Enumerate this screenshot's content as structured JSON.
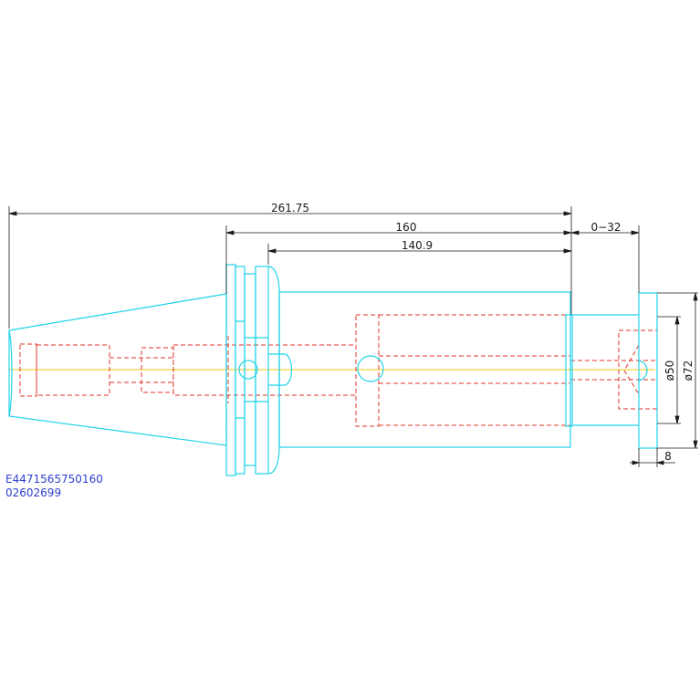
{
  "dimensions": {
    "overall_length": "261.75",
    "gauge_length": "160",
    "body_length": "140.9",
    "adjust_range": "0−32",
    "inner_diameter": "ø50",
    "outer_diameter": "ø72",
    "flange_width": "8"
  },
  "codes": {
    "article_number": "E4471565750160",
    "order_number": "02602699"
  },
  "colors": {
    "outline": "#22d3e8",
    "hidden": "#e0342a",
    "centerline": "#f2c40f",
    "dimension": "#1a1a1a",
    "code_text": "#2d3fd0"
  }
}
